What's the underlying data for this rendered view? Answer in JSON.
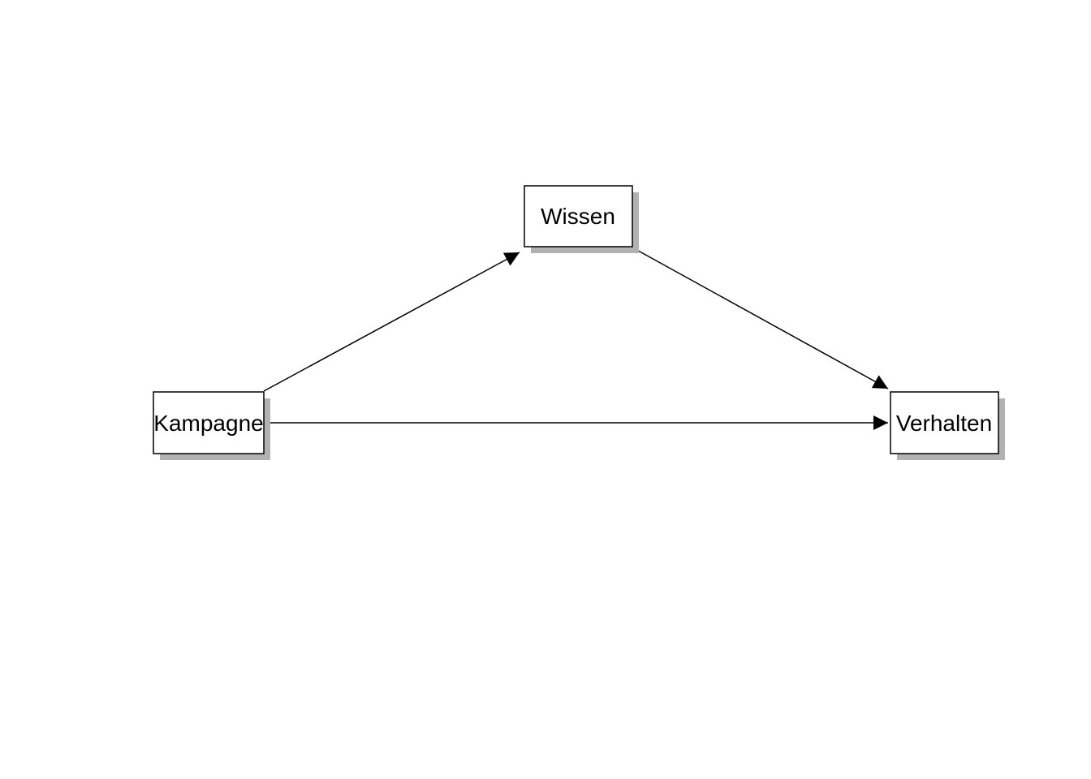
{
  "diagram": {
    "type": "path-diagram",
    "background": "#ffffff",
    "nodes": [
      {
        "id": "kampagne",
        "label": "Kampagne"
      },
      {
        "id": "wissen",
        "label": "Wissen"
      },
      {
        "id": "verhalten",
        "label": "Verhalten"
      }
    ],
    "edges": [
      {
        "from": "Kampagne",
        "to": "Wissen",
        "style": "arrow"
      },
      {
        "from": "Wissen",
        "to": "Verhalten",
        "style": "arrow"
      },
      {
        "from": "Kampagne",
        "to": "Verhalten",
        "style": "arrow"
      }
    ],
    "colors": {
      "node_fill": "#ffffff",
      "node_border": "#000000",
      "node_shadow": "#b2b2b2",
      "edge": "#000000",
      "text": "#000000"
    }
  }
}
